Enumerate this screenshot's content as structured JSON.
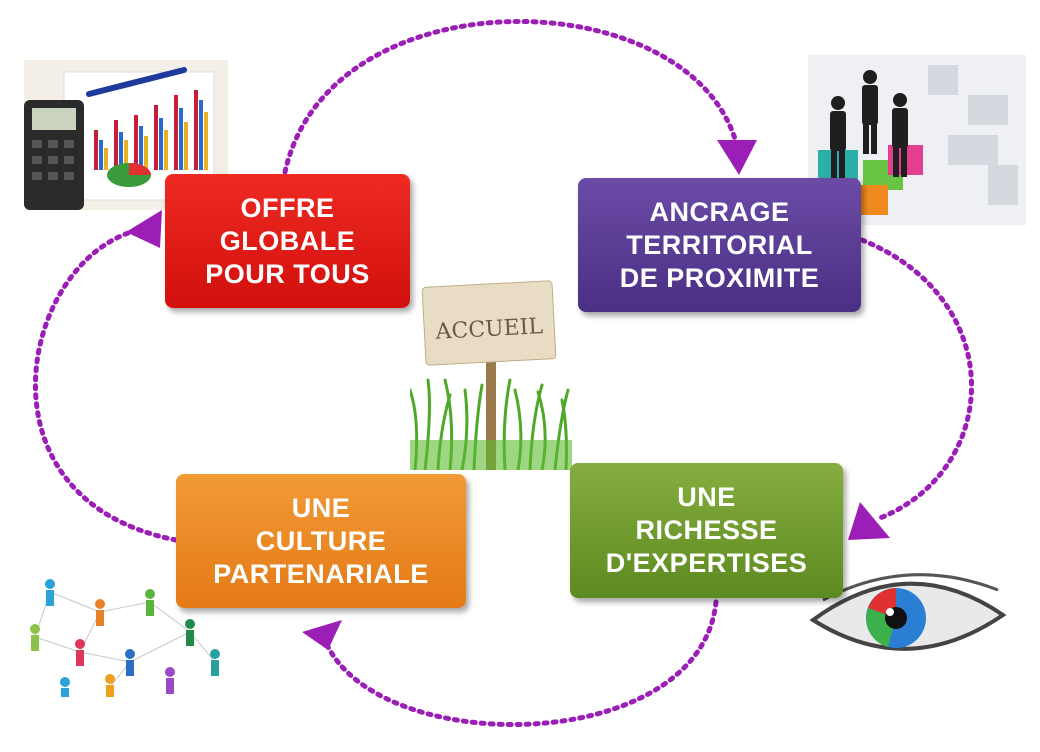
{
  "colors": {
    "arrow": "#9b1fb6",
    "offre": "#e01b17",
    "ancrage": "#563a92",
    "richesse": "#6f9a2c",
    "culture": "#ec8a26"
  },
  "boxes": {
    "offre": [
      "OFFRE",
      "GLOBALE",
      "POUR TOUS"
    ],
    "ancrage": [
      "ANCRAGE",
      "TERRITORIAL",
      "DE PROXIMITE"
    ],
    "richesse": [
      "UNE",
      "RICHESSE",
      "D'EXPERTISES"
    ],
    "culture": [
      "UNE",
      "CULTURE",
      "PARTENARIALE"
    ]
  },
  "center_sign": "ACCUEIL",
  "images": {
    "top_left": "finance-chart-pen-calculator",
    "top_right": "business-people-puzzle",
    "bottom_left": "people-network",
    "bottom_right": "eye",
    "center": "accueil-sign-grass"
  }
}
